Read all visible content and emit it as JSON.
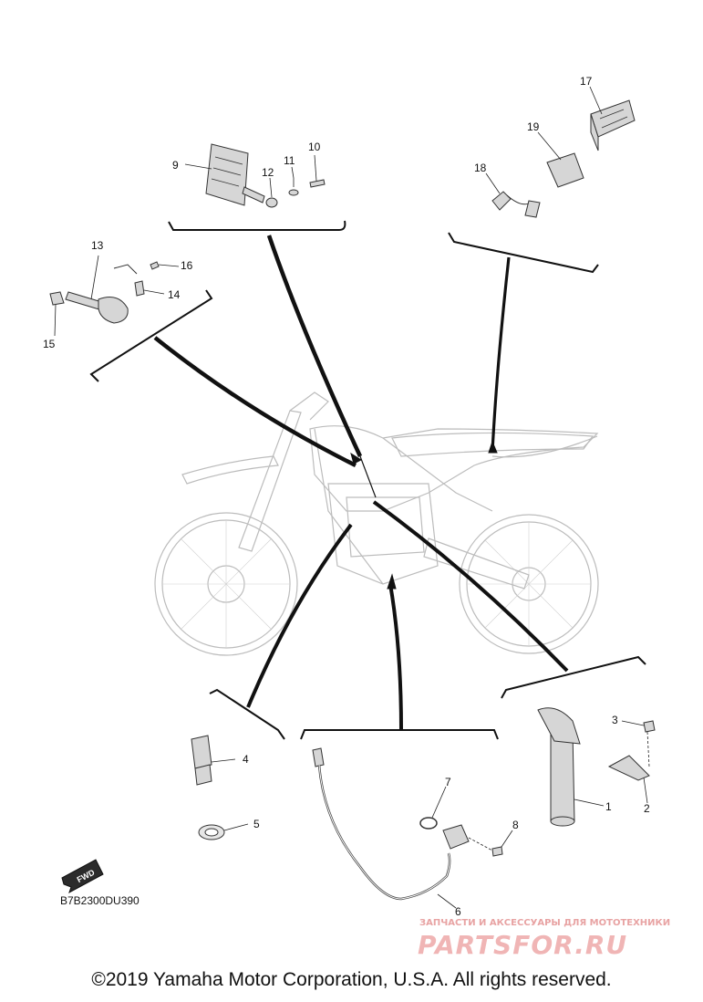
{
  "callouts": [
    {
      "n": "1",
      "label": "1"
    },
    {
      "n": "2",
      "label": "2"
    },
    {
      "n": "3",
      "label": "3"
    },
    {
      "n": "4",
      "label": "4"
    },
    {
      "n": "5",
      "label": "5"
    },
    {
      "n": "6",
      "label": "6"
    },
    {
      "n": "7",
      "label": "7"
    },
    {
      "n": "8",
      "label": "8"
    },
    {
      "n": "9",
      "label": "9"
    },
    {
      "n": "10",
      "label": "10"
    },
    {
      "n": "11",
      "label": "11"
    },
    {
      "n": "12",
      "label": "12"
    },
    {
      "n": "13",
      "label": "13"
    },
    {
      "n": "14",
      "label": "14"
    },
    {
      "n": "15",
      "label": "15"
    },
    {
      "n": "16",
      "label": "16"
    },
    {
      "n": "17",
      "label": "17"
    },
    {
      "n": "18",
      "label": "18"
    },
    {
      "n": "19",
      "label": "19"
    }
  ],
  "fwd_label": "FWD",
  "diagram_code": "B7B2300DU390",
  "watermark": {
    "subtitle": "ЗАПЧАСТИ И АКСЕССУАРЫ ДЛЯ МОТОТЕХНИКИ",
    "brand": "PARTSFOR.RU"
  },
  "copyright": "©2019 Yamaha Motor Corporation, U.S.A. All rights reserved."
}
